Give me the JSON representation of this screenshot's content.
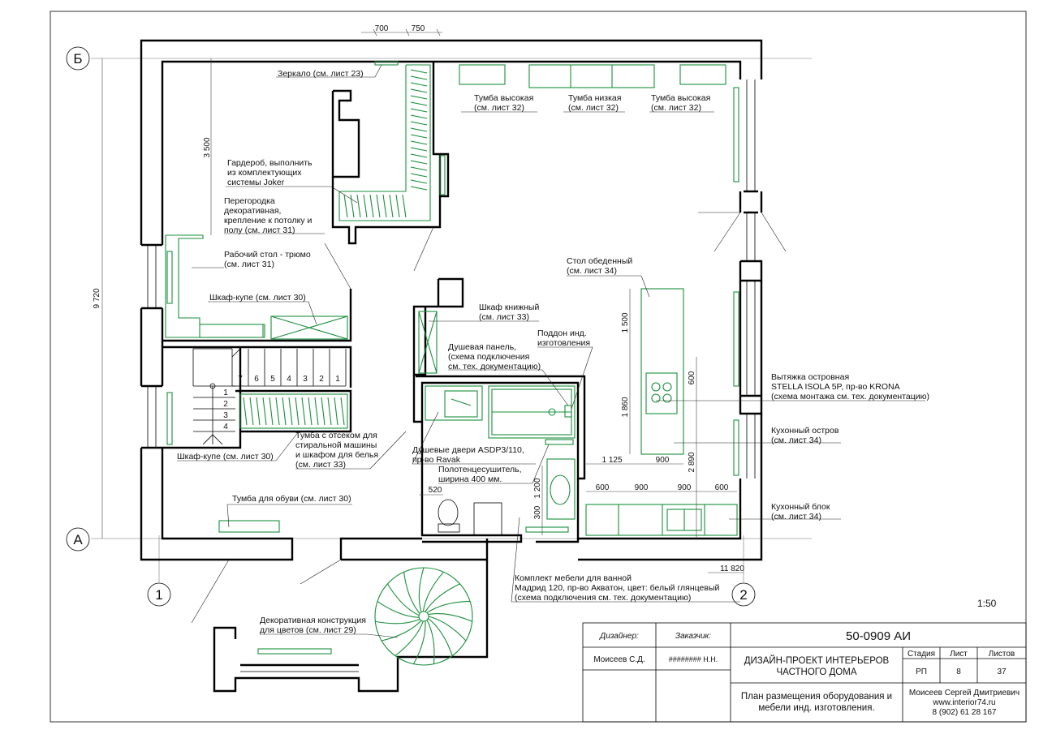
{
  "axes": {
    "top": "Б",
    "bottom": "А",
    "left": "1",
    "right": "2"
  },
  "scale": "1:50",
  "dimensions": {
    "d700": "700",
    "d750": "750",
    "d3500": "3 500",
    "d9720": "9 720",
    "d1500": "1 500",
    "d1860": "1 860",
    "d600v": "600",
    "d2890": "2 890",
    "d1125": "1 125",
    "d900a": "900",
    "k600a": "600",
    "k900a": "900",
    "k900b": "900",
    "k600b": "600",
    "d520": "520",
    "d300": "300",
    "d1200": "1 200",
    "d11820": "11 820"
  },
  "stairs": {
    "upper": [
      "7",
      "6",
      "5",
      "4",
      "3",
      "2",
      "1"
    ],
    "lower": [
      "1",
      "2",
      "3",
      "4"
    ]
  },
  "labels": {
    "mirror": "Зеркало (см. лист 23)",
    "tumba_high1": [
      "Тумба высокая",
      "(см. лист 32)"
    ],
    "tumba_low": [
      "Тумба низкая",
      "(см. лист 32)"
    ],
    "tumba_high2": [
      "Тумба высокая",
      "(см. лист 32)"
    ],
    "wardrobe": [
      "Гардероб, выполнить",
      "из комплектующих",
      "системы Joker"
    ],
    "partition": [
      "Перегородка",
      "декоративная,",
      "крепление к потолку и",
      "полу (см. лист 31)"
    ],
    "desk": [
      "Рабочий стол - трюмо",
      "(см. лист 31)"
    ],
    "closet1": "Шкаф-купе (см. лист 30)",
    "bookcase": [
      "Шкаф книжный",
      "(см. лист 33)"
    ],
    "tray": [
      "Поддон инд.",
      "изготовления"
    ],
    "shower_panel": [
      "Душевая панель,",
      "(схема подключения",
      "см. тех. документацию)"
    ],
    "dining_table": [
      "Стол обеденный",
      "(см. лист 34)"
    ],
    "hood": [
      "Вытяжка островная",
      "STELLA ISOLA 5P, пр-во KRONA",
      "(схема монтажа см. тех. документацию)"
    ],
    "island": [
      "Кухонный остров",
      "(см. лист 34)"
    ],
    "laundry": [
      "Тумба с отсеком для",
      "стиральной машины",
      "и шкафом  для белья",
      "(см. лист 33)"
    ],
    "closet2": "Шкаф-купе (см. лист 30)",
    "shower_doors": [
      "Душевые двери  ASDP3/110,",
      "пр-во Ravak"
    ],
    "towel": [
      "Полотенцесушитель,",
      "ширина 400 мм."
    ],
    "kitchen_block": [
      "Кухонный блок",
      "(см. лист 34)"
    ],
    "shoes": "Тумба для обуви (см. лист 30)",
    "bath_furniture": [
      "Комплект мебели  для ванной",
      "Мадрид 120, пр-во Акватон, цвет: белый глянцевый",
      "(схема подключения см. тех. документацию)"
    ],
    "flowers": [
      "Декоративная конструкция",
      "для цветов (см. лист 29)"
    ]
  },
  "titleblock": {
    "designer_h": "Дизайнер:",
    "customer_h": "Заказчик:",
    "designer": "Моисеев С.Д.",
    "customer": "######## Н.Н.",
    "code": "50-0909 АИ",
    "project": [
      "ДИЗАЙН-ПРОЕКТ ИНТЕРЬЕРОВ",
      "ЧАСТНОГО ДОМА"
    ],
    "stage_h": "Стадия",
    "sheet_h": "Лист",
    "sheets_h": "Листов",
    "stage": "РП",
    "sheet": "8",
    "sheets": "37",
    "sheet_title": [
      "План размещения оборудования и",
      "мебели инд. изготовления."
    ],
    "author": [
      "Моисеев Сергей Дмитриевич",
      "www.interior74.ru",
      "8 (902) 61 28 167"
    ]
  }
}
